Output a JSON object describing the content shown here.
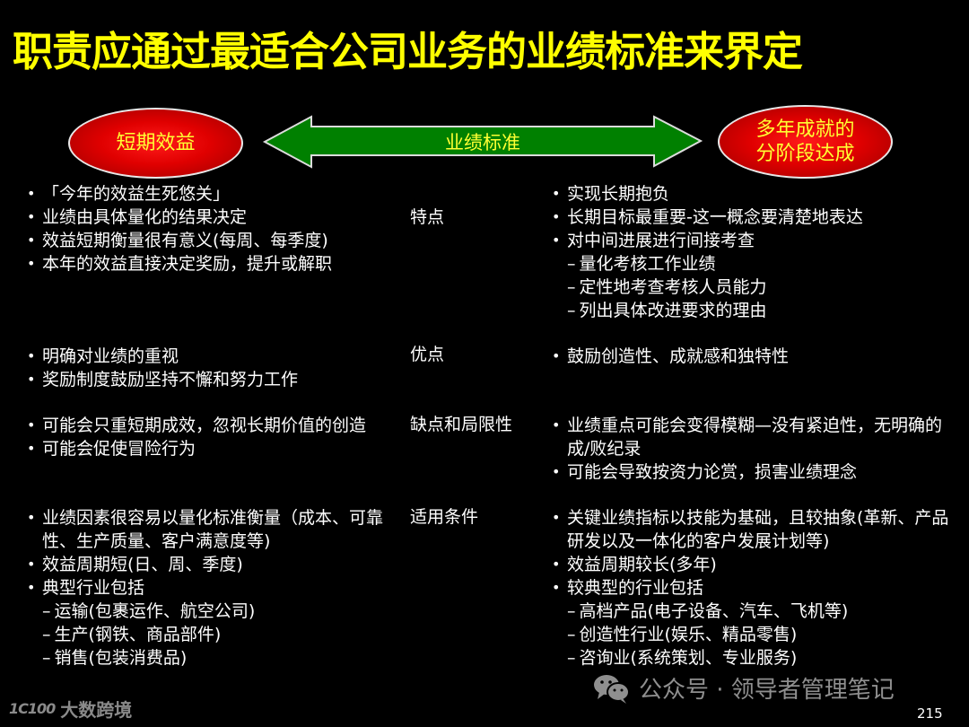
{
  "slide": {
    "title": "职责应通过最适合公司业务的业绩标准来界定",
    "page_number": "215"
  },
  "header_diagram": {
    "left_ellipse": {
      "lines": [
        "短期效益"
      ]
    },
    "arrow_label": "业绩标准",
    "right_ellipse": {
      "lines": [
        "多年成就的",
        "分阶段达成"
      ]
    },
    "colors": {
      "ellipse_red": "#e00000",
      "arrow_green": "#008000",
      "label_yellow": "#ffff33",
      "title_yellow": "#ffff00"
    }
  },
  "rows": [
    {
      "label": "特点",
      "left": [
        {
          "type": "bullet",
          "text": "「今年的效益生死悠关」"
        },
        {
          "type": "bullet",
          "text": "业绩由具体量化的结果决定"
        },
        {
          "type": "bullet",
          "text": "效益短期衡量很有意义(每周、每季度)"
        },
        {
          "type": "bullet",
          "text": "本年的效益直接决定奖励，提升或解职"
        }
      ],
      "right": [
        {
          "type": "bullet",
          "text": "实现长期抱负"
        },
        {
          "type": "bullet",
          "text": "长期目标最重要-这一概念要清楚地表达"
        },
        {
          "type": "bullet",
          "text": "对中间进展进行间接考查"
        },
        {
          "type": "sub",
          "text": "量化考核工作业绩"
        },
        {
          "type": "sub",
          "text": "定性地考查考核人员能力"
        },
        {
          "type": "sub",
          "text": "列出具体改进要求的理由"
        }
      ]
    },
    {
      "label": "优点",
      "left": [
        {
          "type": "bullet",
          "text": "明确对业绩的重视"
        },
        {
          "type": "bullet",
          "text": "奖励制度鼓励坚持不懈和努力工作"
        }
      ],
      "right": [
        {
          "type": "bullet",
          "text": "鼓励创造性、成就感和独特性"
        }
      ]
    },
    {
      "label": "缺点和局限性",
      "left": [
        {
          "type": "bullet",
          "text": "可能会只重短期成效，忽视长期价值的创造"
        },
        {
          "type": "bullet",
          "text": "可能会促使冒险行为"
        }
      ],
      "right": [
        {
          "type": "bullet",
          "text": "业绩重点可能会变得模糊—没有紧迫性，无明确的成/败纪录"
        },
        {
          "type": "bullet",
          "text": "可能会导致按资力论赏，损害业绩理念"
        }
      ]
    },
    {
      "label": "适用条件",
      "left": [
        {
          "type": "bullet",
          "text": "业绩因素很容易以量化标准衡量（成本、可靠性、生产质量、客户满意度等)"
        },
        {
          "type": "bullet",
          "text": "效益周期短(日、周、季度)"
        },
        {
          "type": "bullet",
          "text": "典型行业包括"
        },
        {
          "type": "sub",
          "text": "运输(包裹运作、航空公司)"
        },
        {
          "type": "sub",
          "text": "生产(钢铁、商品部件)"
        },
        {
          "type": "sub",
          "text": "销售(包装消费品)"
        }
      ],
      "right": [
        {
          "type": "bullet",
          "text": "关键业绩指标以技能为基础，且较抽象(革新、产品研发以及一体化的客户发展计划等)"
        },
        {
          "type": "bullet",
          "text": "效益周期较长(多年)"
        },
        {
          "type": "bullet",
          "text": "较典型的行业包括"
        },
        {
          "type": "sub",
          "text": "高档产品(电子设备、汽车、飞机等)"
        },
        {
          "type": "sub",
          "text": "创造性行业(娱乐、精品零售)"
        },
        {
          "type": "sub",
          "text": "咨询业(系统策划、专业服务)"
        }
      ]
    }
  ],
  "symbols": {
    "bullet": "•",
    "dash": "–"
  },
  "footer": {
    "logo_mark": "1C100",
    "logo_text": "大数跨境",
    "wechat_text": "公众号 · 领导者管理笔记"
  }
}
